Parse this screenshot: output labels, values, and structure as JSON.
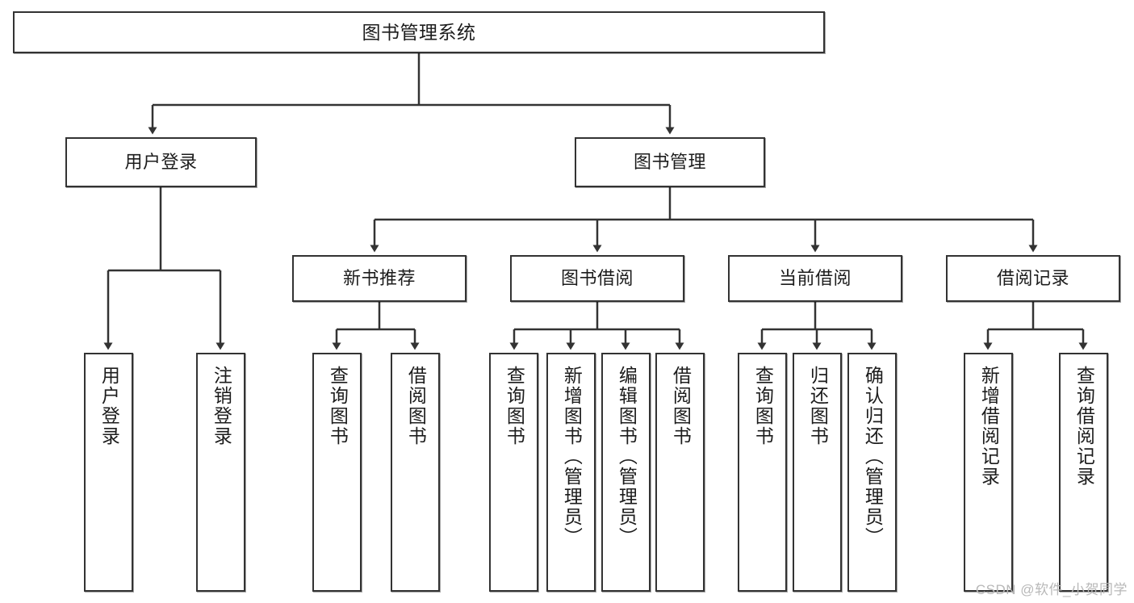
{
  "diagram": {
    "title": "图书管理系统",
    "type": "tree-hierarchy-diagram",
    "colors": {
      "background": "#ffffff",
      "box_border": "#333333",
      "box_fill": "#ffffff",
      "connector": "#333333",
      "watermark": "#b8b8b8"
    },
    "root": {
      "label": "图书管理系统"
    },
    "level2": [
      {
        "label": "用户登录"
      },
      {
        "label": "图书管理"
      }
    ],
    "level3": [
      {
        "label": "新书推荐"
      },
      {
        "label": "图书借阅"
      },
      {
        "label": "当前借阅"
      },
      {
        "label": "借阅记录"
      }
    ],
    "leaves": {
      "user_login": [
        {
          "label": "用户登录"
        },
        {
          "label": "注销登录"
        }
      ],
      "new_book_recommend": [
        {
          "label": "查询图书"
        },
        {
          "label": "借阅图书"
        }
      ],
      "book_borrow": [
        {
          "label": "查询图书"
        },
        {
          "label": "新增图书（管理员）"
        },
        {
          "label": "编辑图书（管理员）"
        },
        {
          "label": "借阅图书"
        }
      ],
      "current_borrow": [
        {
          "label": "查询图书"
        },
        {
          "label": "归还图书"
        },
        {
          "label": "确认归还（管理员）"
        }
      ],
      "borrow_record": [
        {
          "label": "新增借阅记录"
        },
        {
          "label": "查询借阅记录"
        }
      ]
    }
  },
  "watermark": {
    "text": "CSDN @软件_小贺同学"
  }
}
